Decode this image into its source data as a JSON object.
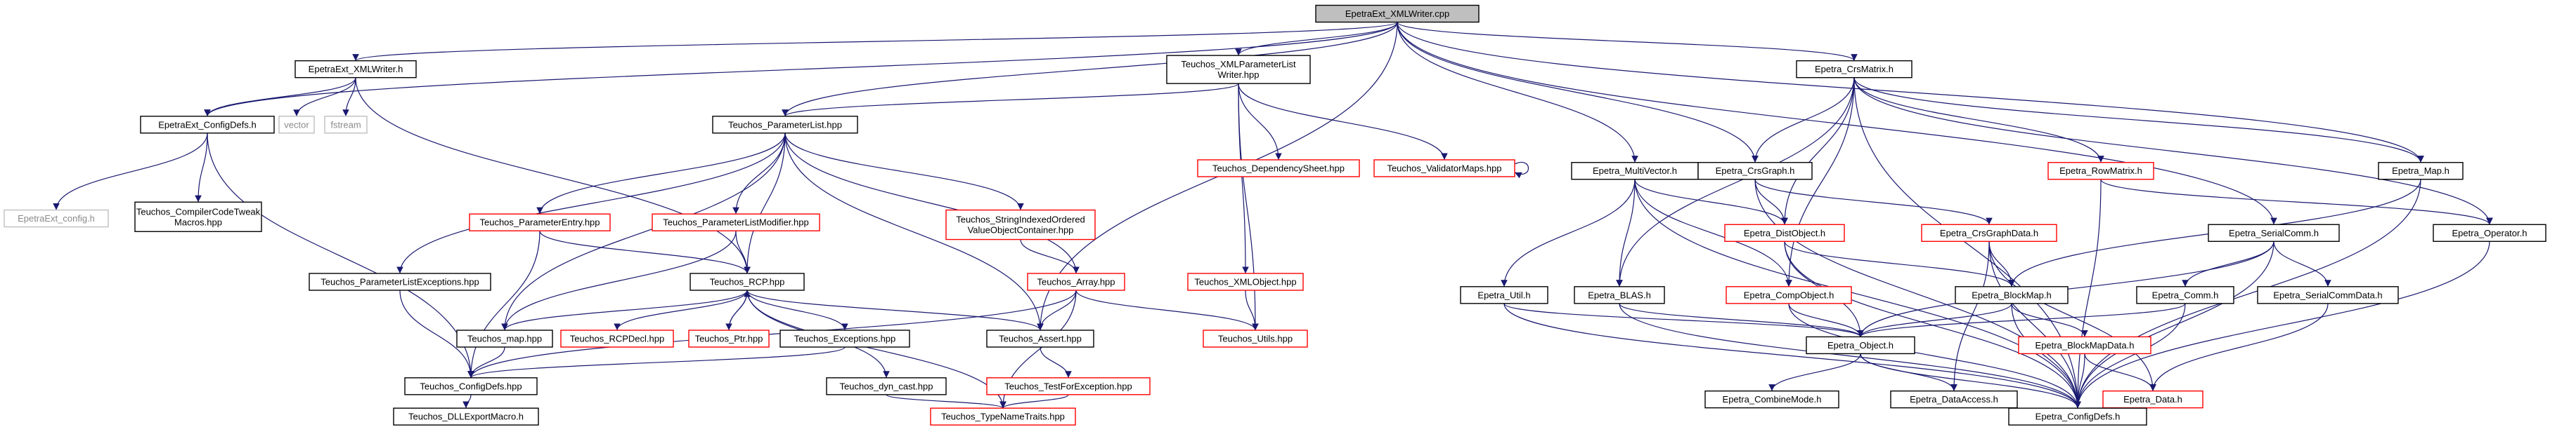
{
  "diagram": {
    "type": "include-dependency-graph",
    "root": "EpetraExt_XMLWriter.cpp",
    "colors": {
      "edge": "#191970",
      "border_documented": "#000000",
      "border_undocumented": "#ff0000",
      "border_external": "#bfbfbf",
      "root_fill": "#bfbfbf",
      "label_external": "#8a8a8a"
    },
    "nodes": [
      {
        "id": "root",
        "label": [
          "EpetraExt_XMLWriter.cpp"
        ],
        "style": "root"
      },
      {
        "id": "xmlwriter_h",
        "label": [
          "EpetraExt_XMLWriter.h"
        ],
        "style": "black"
      },
      {
        "id": "epetraext_configdefs",
        "label": [
          "EpetraExt_ConfigDefs.h"
        ],
        "style": "black"
      },
      {
        "id": "vector",
        "label": [
          "vector"
        ],
        "style": "gray"
      },
      {
        "id": "fstream",
        "label": [
          "fstream"
        ],
        "style": "gray"
      },
      {
        "id": "epetraext_config",
        "label": [
          "EpetraExt_config.h"
        ],
        "style": "gray"
      },
      {
        "id": "compilercodetweak",
        "label": [
          "Teuchos_CompilerCodeTweak",
          "Macros.hpp"
        ],
        "style": "black"
      },
      {
        "id": "xmlparamlistwriter",
        "label": [
          "Teuchos_XMLParameterList",
          "Writer.hpp"
        ],
        "style": "black"
      },
      {
        "id": "parameterlist",
        "label": [
          "Teuchos_ParameterList.hpp"
        ],
        "style": "black"
      },
      {
        "id": "dependencysheet",
        "label": [
          "Teuchos_DependencySheet.hpp"
        ],
        "style": "red"
      },
      {
        "id": "validatormaps",
        "label": [
          "Teuchos_ValidatorMaps.hpp"
        ],
        "style": "red"
      },
      {
        "id": "parameterentry",
        "label": [
          "Teuchos_ParameterEntry.hpp"
        ],
        "style": "red"
      },
      {
        "id": "paramlistmodifier",
        "label": [
          "Teuchos_ParameterListModifier.hpp"
        ],
        "style": "red"
      },
      {
        "id": "stringindexed",
        "label": [
          "Teuchos_StringIndexedOrdered",
          "ValueObjectContainer.hpp"
        ],
        "style": "red"
      },
      {
        "id": "paramlistexceptions",
        "label": [
          "Teuchos_ParameterListExceptions.hpp"
        ],
        "style": "black"
      },
      {
        "id": "rcp",
        "label": [
          "Teuchos_RCP.hpp"
        ],
        "style": "black"
      },
      {
        "id": "array",
        "label": [
          "Teuchos_Array.hpp"
        ],
        "style": "red"
      },
      {
        "id": "xmlobject",
        "label": [
          "Teuchos_XMLObject.hpp"
        ],
        "style": "red"
      },
      {
        "id": "map_hpp",
        "label": [
          "Teuchos_map.hpp"
        ],
        "style": "black"
      },
      {
        "id": "rcpdecl",
        "label": [
          "Teuchos_RCPDecl.hpp"
        ],
        "style": "red"
      },
      {
        "id": "ptr",
        "label": [
          "Teuchos_Ptr.hpp"
        ],
        "style": "red"
      },
      {
        "id": "exceptions",
        "label": [
          "Teuchos_Exceptions.hpp"
        ],
        "style": "black"
      },
      {
        "id": "assert",
        "label": [
          "Teuchos_Assert.hpp"
        ],
        "style": "black"
      },
      {
        "id": "utils",
        "label": [
          "Teuchos_Utils.hpp"
        ],
        "style": "red"
      },
      {
        "id": "teuchos_configdefs",
        "label": [
          "Teuchos_ConfigDefs.hpp"
        ],
        "style": "black"
      },
      {
        "id": "dyn_cast",
        "label": [
          "Teuchos_dyn_cast.hpp"
        ],
        "style": "black"
      },
      {
        "id": "testforexception",
        "label": [
          "Teuchos_TestForException.hpp"
        ],
        "style": "red"
      },
      {
        "id": "dllexport",
        "label": [
          "Teuchos_DLLExportMacro.h"
        ],
        "style": "black"
      },
      {
        "id": "typenametraits",
        "label": [
          "Teuchos_TypeNameTraits.hpp"
        ],
        "style": "red"
      },
      {
        "id": "multivector",
        "label": [
          "Epetra_MultiVector.h"
        ],
        "style": "black"
      },
      {
        "id": "crsmatrix",
        "label": [
          "Epetra_CrsMatrix.h"
        ],
        "style": "black"
      },
      {
        "id": "crsgraph",
        "label": [
          "Epetra_CrsGraph.h"
        ],
        "style": "black"
      },
      {
        "id": "distobject",
        "label": [
          "Epetra_DistObject.h"
        ],
        "style": "red"
      },
      {
        "id": "rowmatrix",
        "label": [
          "Epetra_RowMatrix.h"
        ],
        "style": "red"
      },
      {
        "id": "map_h",
        "label": [
          "Epetra_Map.h"
        ],
        "style": "black"
      },
      {
        "id": "operator",
        "label": [
          "Epetra_Operator.h"
        ],
        "style": "black"
      },
      {
        "id": "crsgraphdata",
        "label": [
          "Epetra_CrsGraphData.h"
        ],
        "style": "red"
      },
      {
        "id": "serialcomm",
        "label": [
          "Epetra_SerialComm.h"
        ],
        "style": "black"
      },
      {
        "id": "util",
        "label": [
          "Epetra_Util.h"
        ],
        "style": "black"
      },
      {
        "id": "blas",
        "label": [
          "Epetra_BLAS.h"
        ],
        "style": "black"
      },
      {
        "id": "compobject",
        "label": [
          "Epetra_CompObject.h"
        ],
        "style": "red"
      },
      {
        "id": "blockmap",
        "label": [
          "Epetra_BlockMap.h"
        ],
        "style": "black"
      },
      {
        "id": "comm",
        "label": [
          "Epetra_Comm.h"
        ],
        "style": "black"
      },
      {
        "id": "serialcommdata",
        "label": [
          "Epetra_SerialCommData.h"
        ],
        "style": "black"
      },
      {
        "id": "object",
        "label": [
          "Epetra_Object.h"
        ],
        "style": "black"
      },
      {
        "id": "blockmapdata",
        "label": [
          "Epetra_BlockMapData.h"
        ],
        "style": "red"
      },
      {
        "id": "combinemode",
        "label": [
          "Epetra_CombineMode.h"
        ],
        "style": "black"
      },
      {
        "id": "dataaccess",
        "label": [
          "Epetra_DataAccess.h"
        ],
        "style": "black"
      },
      {
        "id": "data",
        "label": [
          "Epetra_Data.h"
        ],
        "style": "red"
      },
      {
        "id": "epetra_configdefs",
        "label": [
          "Epetra_ConfigDefs.h"
        ],
        "style": "black"
      }
    ],
    "edges": [
      [
        "root",
        "xmlwriter_h"
      ],
      [
        "root",
        "epetraext_configdefs"
      ],
      [
        "root",
        "xmlparamlistwriter"
      ],
      [
        "root",
        "parameterlist"
      ],
      [
        "root",
        "assert"
      ],
      [
        "root",
        "multivector"
      ],
      [
        "root",
        "crsmatrix"
      ],
      [
        "root",
        "crsgraph"
      ],
      [
        "root",
        "map_h"
      ],
      [
        "root",
        "serialcomm"
      ],
      [
        "xmlwriter_h",
        "epetraext_configdefs"
      ],
      [
        "xmlwriter_h",
        "vector"
      ],
      [
        "xmlwriter_h",
        "fstream"
      ],
      [
        "xmlwriter_h",
        "rcp"
      ],
      [
        "epetraext_configdefs",
        "epetraext_config"
      ],
      [
        "epetraext_configdefs",
        "compilercodetweak"
      ],
      [
        "epetraext_configdefs",
        "teuchos_configdefs"
      ],
      [
        "xmlparamlistwriter",
        "parameterlist"
      ],
      [
        "xmlparamlistwriter",
        "dependencysheet"
      ],
      [
        "xmlparamlistwriter",
        "validatormaps"
      ],
      [
        "xmlparamlistwriter",
        "xmlobject"
      ],
      [
        "xmlparamlistwriter",
        "utils"
      ],
      [
        "validatormaps",
        "validatormaps"
      ],
      [
        "parameterlist",
        "parameterentry"
      ],
      [
        "parameterlist",
        "paramlistmodifier"
      ],
      [
        "parameterlist",
        "stringindexed"
      ],
      [
        "parameterlist",
        "paramlistexceptions"
      ],
      [
        "parameterlist",
        "rcp"
      ],
      [
        "parameterlist",
        "array"
      ],
      [
        "parameterlist",
        "map_hpp"
      ],
      [
        "parameterlist",
        "assert"
      ],
      [
        "parameterentry",
        "rcp"
      ],
      [
        "parameterentry",
        "teuchos_configdefs"
      ],
      [
        "paramlistmodifier",
        "rcp"
      ],
      [
        "paramlistmodifier",
        "map_hpp"
      ],
      [
        "stringindexed",
        "array"
      ],
      [
        "paramlistexceptions",
        "teuchos_configdefs"
      ],
      [
        "rcp",
        "map_hpp"
      ],
      [
        "rcp",
        "rcpdecl"
      ],
      [
        "rcp",
        "ptr"
      ],
      [
        "rcp",
        "exceptions"
      ],
      [
        "rcp",
        "assert"
      ],
      [
        "rcp",
        "dyn_cast"
      ],
      [
        "rcp",
        "typenametraits"
      ],
      [
        "ptr",
        "rcp"
      ],
      [
        "array",
        "assert"
      ],
      [
        "array",
        "utils"
      ],
      [
        "array",
        "teuchos_configdefs"
      ],
      [
        "array",
        "typenametraits"
      ],
      [
        "xmlobject",
        "utils"
      ],
      [
        "map_hpp",
        "teuchos_configdefs"
      ],
      [
        "exceptions",
        "teuchos_configdefs"
      ],
      [
        "assert",
        "testforexception"
      ],
      [
        "teuchos_configdefs",
        "dllexport"
      ],
      [
        "dyn_cast",
        "typenametraits"
      ],
      [
        "testforexception",
        "typenametraits"
      ],
      [
        "multivector",
        "distobject"
      ],
      [
        "multivector",
        "compobject"
      ],
      [
        "multivector",
        "blas"
      ],
      [
        "multivector",
        "util"
      ],
      [
        "multivector",
        "epetra_configdefs"
      ],
      [
        "crsmatrix",
        "crsgraph"
      ],
      [
        "crsmatrix",
        "distobject"
      ],
      [
        "crsmatrix",
        "rowmatrix"
      ],
      [
        "crsmatrix",
        "map_h"
      ],
      [
        "crsmatrix",
        "operator"
      ],
      [
        "crsmatrix",
        "compobject"
      ],
      [
        "crsmatrix",
        "blas"
      ],
      [
        "crsmatrix",
        "epetra_configdefs"
      ],
      [
        "crsgraph",
        "distobject"
      ],
      [
        "crsgraph",
        "crsgraphdata"
      ],
      [
        "crsgraph",
        "epetra_configdefs"
      ],
      [
        "distobject",
        "blockmap"
      ],
      [
        "distobject",
        "object"
      ],
      [
        "distobject",
        "epetra_configdefs"
      ],
      [
        "rowmatrix",
        "operator"
      ],
      [
        "rowmatrix",
        "epetra_configdefs"
      ],
      [
        "map_h",
        "blockmap"
      ],
      [
        "map_h",
        "epetra_configdefs"
      ],
      [
        "operator",
        "epetra_configdefs"
      ],
      [
        "crsgraphdata",
        "blockmap"
      ],
      [
        "crsgraphdata",
        "data"
      ],
      [
        "crsgraphdata",
        "dataaccess"
      ],
      [
        "crsgraphdata",
        "epetra_configdefs"
      ],
      [
        "serialcomm",
        "comm"
      ],
      [
        "serialcomm",
        "serialcommdata"
      ],
      [
        "serialcomm",
        "object"
      ],
      [
        "serialcomm",
        "epetra_configdefs"
      ],
      [
        "util",
        "object"
      ],
      [
        "util",
        "epetra_configdefs"
      ],
      [
        "blas",
        "object"
      ],
      [
        "blas",
        "epetra_configdefs"
      ],
      [
        "compobject",
        "object"
      ],
      [
        "compobject",
        "epetra_configdefs"
      ],
      [
        "blockmap",
        "object"
      ],
      [
        "blockmap",
        "blockmapdata"
      ],
      [
        "blockmap",
        "epetra_configdefs"
      ],
      [
        "comm",
        "object"
      ],
      [
        "comm",
        "epetra_configdefs"
      ],
      [
        "serialcommdata",
        "data"
      ],
      [
        "object",
        "combinemode"
      ],
      [
        "object",
        "dataaccess"
      ],
      [
        "object",
        "epetra_configdefs"
      ],
      [
        "blockmapdata",
        "data"
      ],
      [
        "blockmapdata",
        "epetra_configdefs"
      ],
      [
        "data",
        "epetra_configdefs"
      ]
    ]
  }
}
